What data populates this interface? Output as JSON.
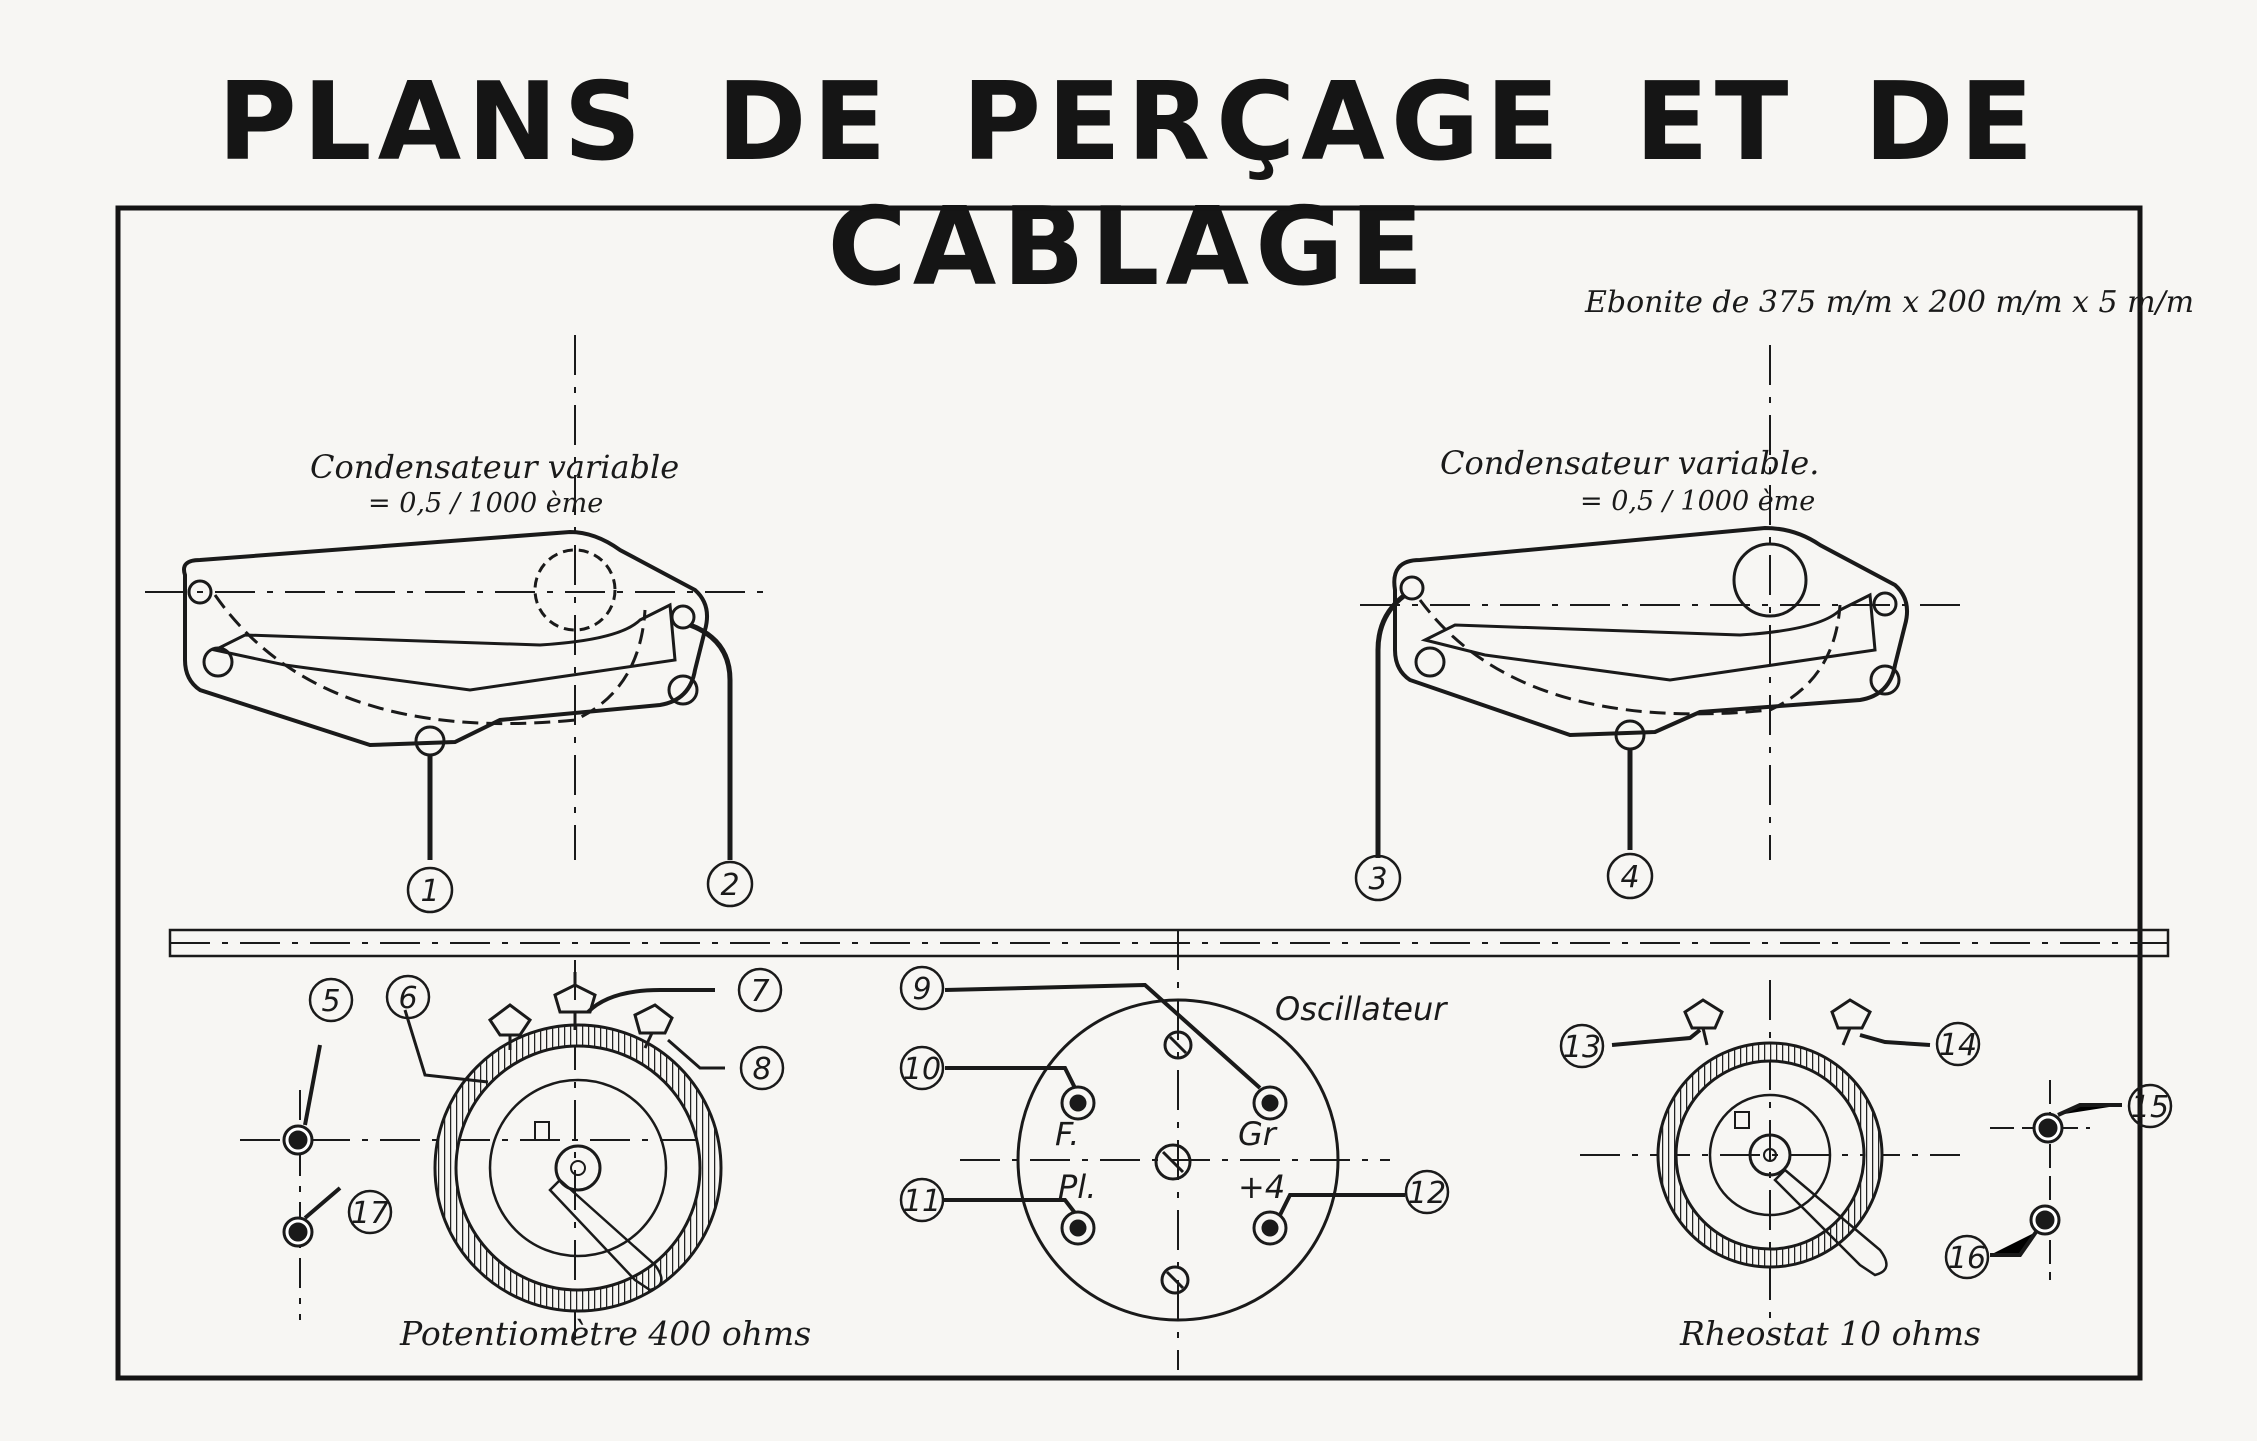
{
  "title": "PLANS DE PERÇAGE ET DE CABLAGE",
  "ebonite": "Ebonite de 375 m/m x 200 m/m x 5 m/m",
  "condenser_left": {
    "name": "Condensateur variable",
    "value": "= 0,5 / 1000 ème"
  },
  "condenser_right": {
    "name": "Condensateur variable.",
    "value": "= 0,5 / 1000 ème"
  },
  "oscillator": {
    "name": "Oscillateur",
    "pins": {
      "f": "F.",
      "gr": "Gr",
      "pl": "Pl.",
      "plus4": "+4"
    }
  },
  "potentiometer": "Potentiomètre 400 ohms",
  "rheostat": "Rheostat 10 ohms",
  "terminals": [
    "1",
    "2",
    "3",
    "4",
    "5",
    "6",
    "7",
    "8",
    "9",
    "10",
    "11",
    "12",
    "13",
    "14",
    "15",
    "16",
    "17"
  ]
}
